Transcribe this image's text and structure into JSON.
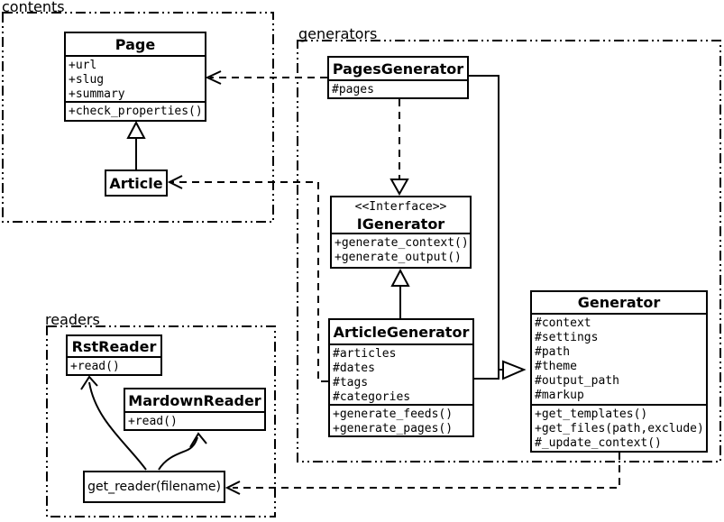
{
  "colors": {
    "background": "#ffffff",
    "line": "#000000",
    "text": "#000000"
  },
  "packages": {
    "contents": {
      "label": "contents"
    },
    "generators": {
      "label": "generators"
    },
    "readers": {
      "label": "readers"
    }
  },
  "classes": {
    "page": {
      "name": "Page",
      "attributes": [
        "+url",
        "+slug",
        "+summary"
      ],
      "methods": [
        "+check_properties()"
      ]
    },
    "article": {
      "name": "Article"
    },
    "pages_generator": {
      "name": "PagesGenerator",
      "attributes": [
        "#pages"
      ]
    },
    "igenerator": {
      "stereotype": "<<Interface>>",
      "name": "IGenerator",
      "methods": [
        "+generate_context()",
        "+generate_output()"
      ]
    },
    "article_generator": {
      "name": "ArticleGenerator",
      "attributes": [
        "#articles",
        "#dates",
        "#tags",
        "#categories"
      ],
      "methods": [
        "+generate_feeds()",
        "+generate_pages()"
      ]
    },
    "generator": {
      "name": "Generator",
      "attributes": [
        "#context",
        "#settings",
        "#path",
        "#theme",
        "#output_path",
        "#markup"
      ],
      "methods": [
        "+get_templates()",
        "+get_files(path,exclude)",
        "#_update_context()"
      ]
    },
    "rst_reader": {
      "name": "RstReader",
      "methods": [
        "+read()"
      ]
    },
    "mardown_reader": {
      "name": "MardownReader",
      "methods": [
        "+read()"
      ]
    },
    "get_reader": {
      "name": "get_reader(filename)"
    }
  },
  "edges": [
    {
      "type": "generalization",
      "from": "Article",
      "to": "Page"
    },
    {
      "type": "dependency",
      "from": "PagesGenerator",
      "to": "Page"
    },
    {
      "type": "dependency",
      "from": "ArticleGenerator",
      "to": "Article"
    },
    {
      "type": "realization",
      "from": "PagesGenerator",
      "to": "IGenerator"
    },
    {
      "type": "generalization",
      "from": "ArticleGenerator",
      "to": "IGenerator"
    },
    {
      "type": "generalization",
      "from": "PagesGenerator",
      "to": "Generator"
    },
    {
      "type": "generalization",
      "from": "ArticleGenerator",
      "to": "Generator"
    },
    {
      "type": "dependency",
      "from": "Generator",
      "to": "get_reader(filename)"
    },
    {
      "type": "arrow",
      "from": "get_reader(filename)",
      "to": "RstReader"
    },
    {
      "type": "arrow",
      "from": "get_reader(filename)",
      "to": "MardownReader"
    }
  ]
}
